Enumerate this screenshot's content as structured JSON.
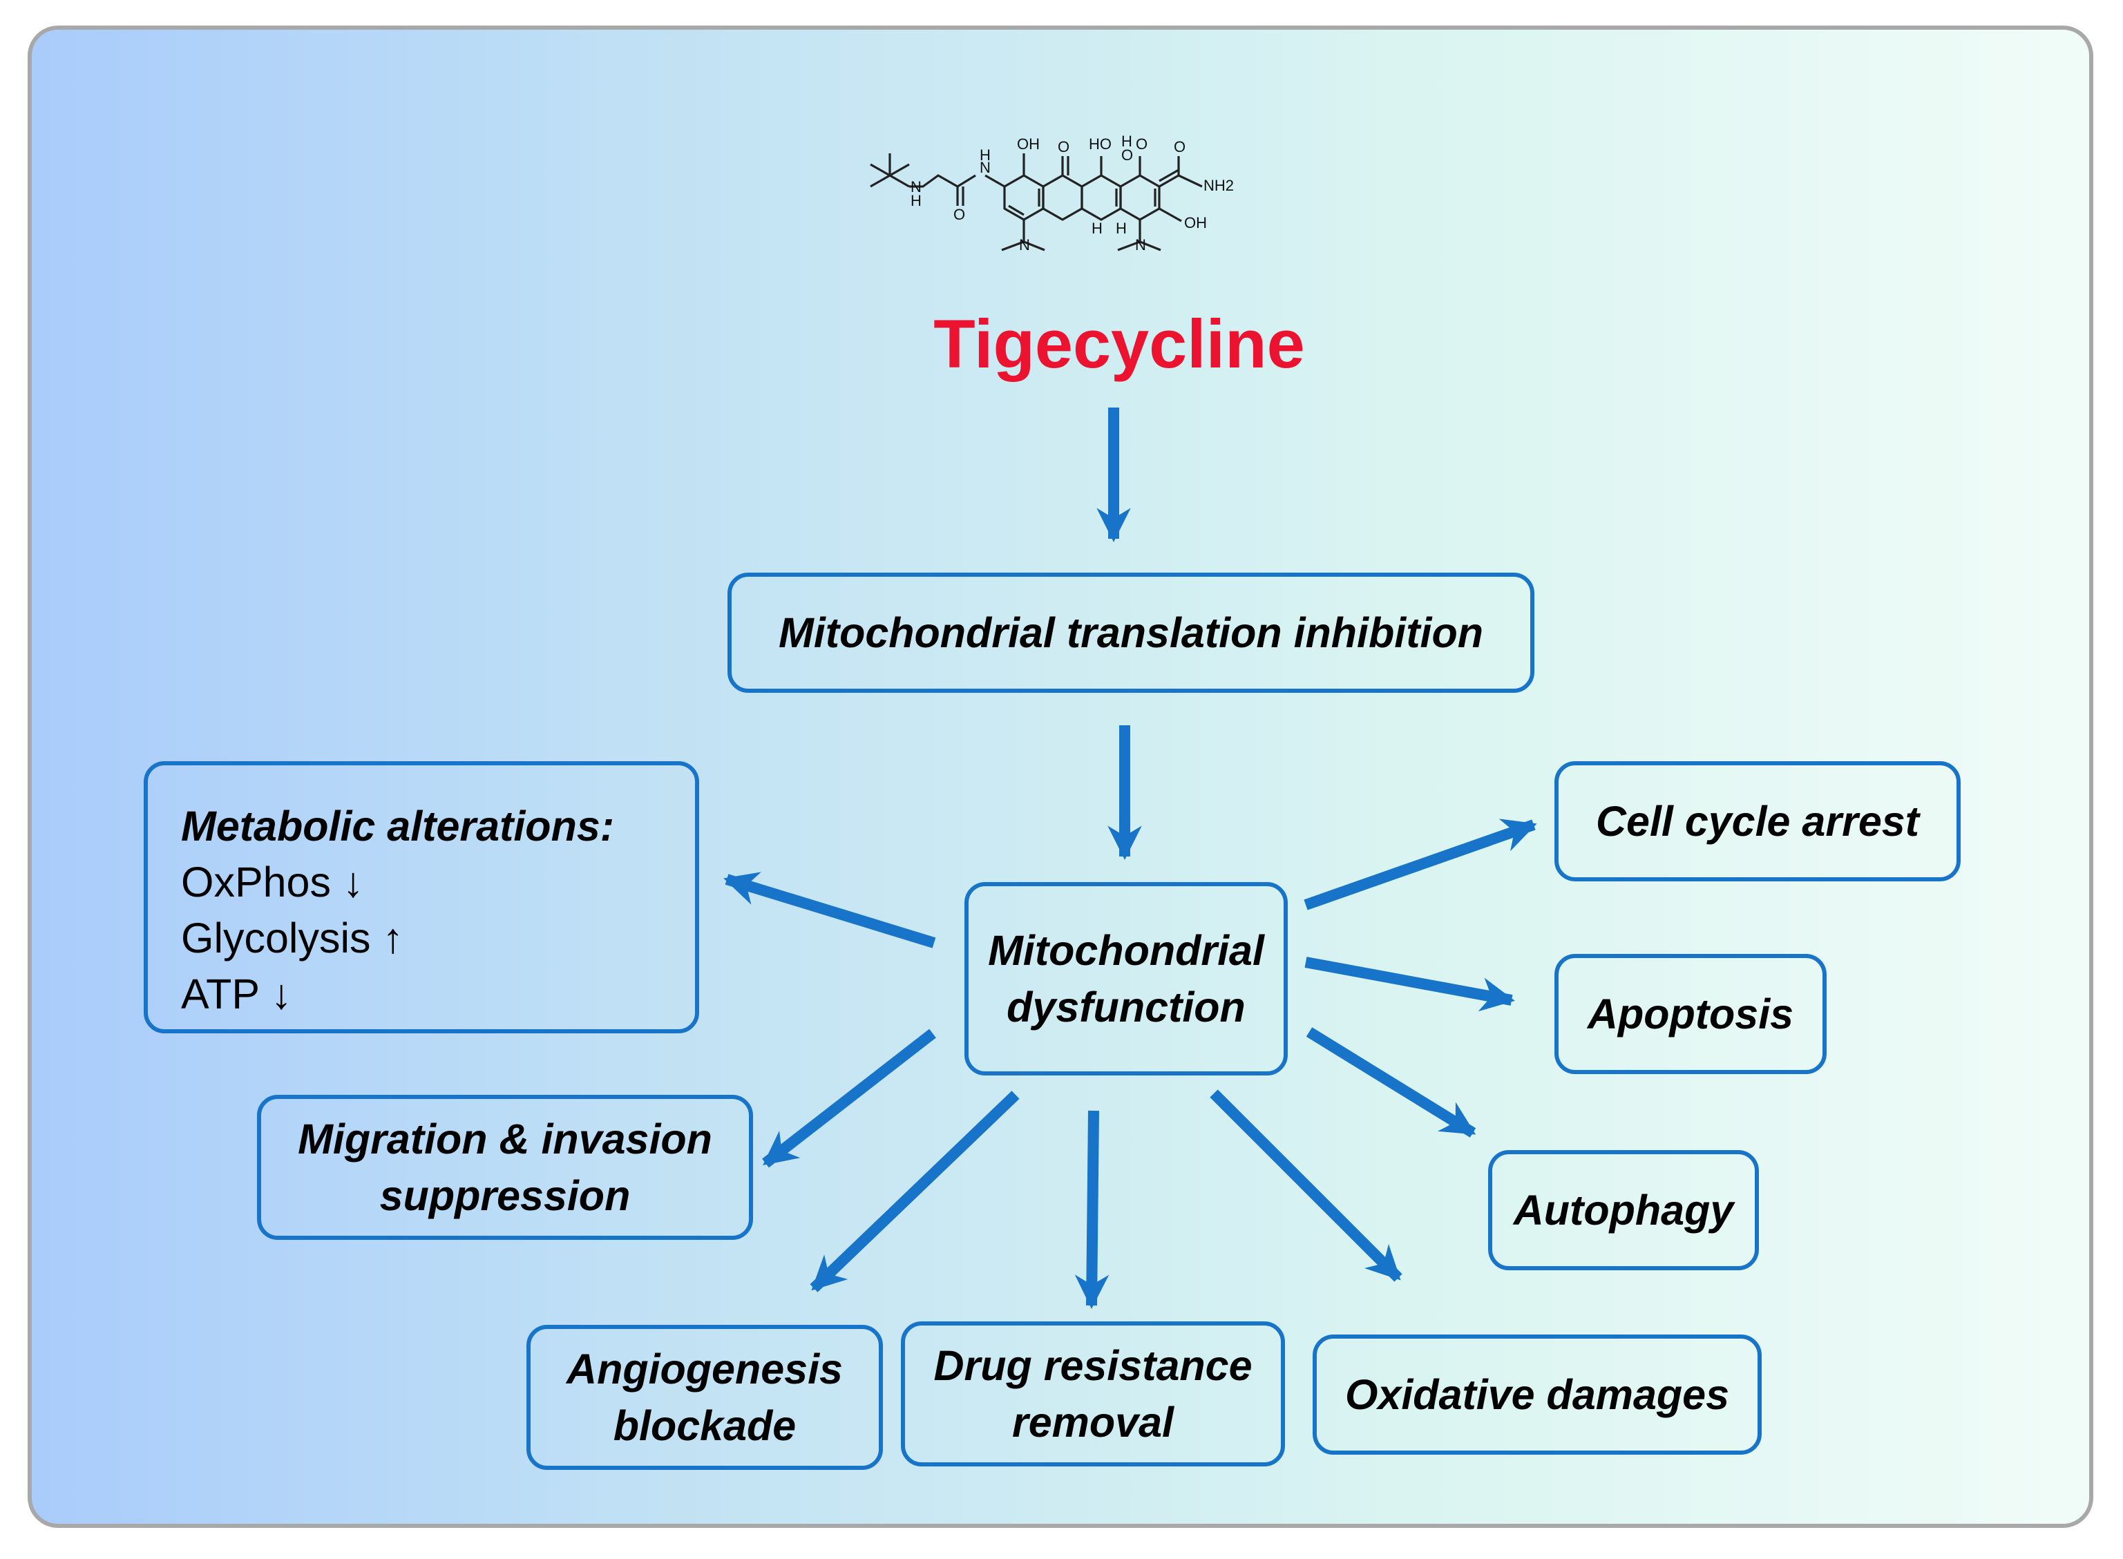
{
  "drug": {
    "name": "Tigecycline",
    "structure_labels": [
      "OH",
      "O",
      "HO",
      "H",
      "O",
      "O",
      "O",
      "NH2",
      "N",
      "H",
      "N",
      "H",
      "O",
      "N",
      "H",
      "H",
      "N",
      "OH"
    ]
  },
  "nodes": {
    "translation": "Mitochondrial translation inhibition",
    "dysfunction": "Mitochondrial\ndysfunction",
    "metabolic": {
      "heading": "Metabolic alterations:",
      "lines": [
        "OxPhos ↓",
        "Glycolysis ↑",
        "ATP ↓"
      ]
    },
    "cell_cycle": "Cell cycle arrest",
    "apoptosis": "Apoptosis",
    "autophagy": "Autophagy",
    "migration": "Migration & invasion\nsuppression",
    "angiogenesis": "Angiogenesis\nblockade",
    "drug_resistance": "Drug resistance\nremoval",
    "oxidative": "Oxidative damages"
  },
  "colors": {
    "title": "#ec1330",
    "arrow": "#1874c8",
    "box_border": "#1874c8",
    "panel_border": "#a8a8a8",
    "gradient": [
      "#a9ccfb",
      "#c3e3f4",
      "#d9f4f1",
      "#f1fcf8"
    ]
  }
}
